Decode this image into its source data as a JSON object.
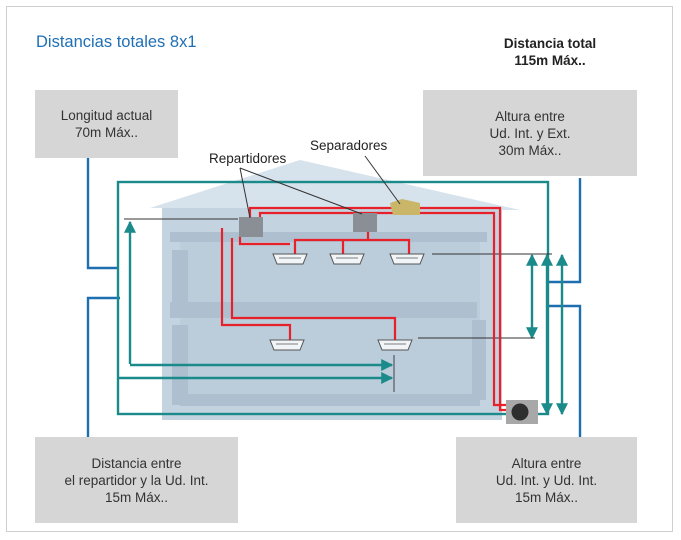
{
  "title": "Distancias totales 8x1",
  "total_distance": {
    "line1": "Distancia total",
    "line2": "115m  Máx.."
  },
  "boxes": {
    "actual_length": {
      "line1": "Longitud actual",
      "line2": "70m  Máx.."
    },
    "height_int_ext": {
      "line1": "Altura entre",
      "line2": "Ud. Int. y Ext.",
      "line3": "30m  Máx.."
    },
    "distance_branch_int": {
      "line1": "Distancia entre",
      "line2": "el repartidor y la Ud. Int.",
      "line3": "15m  Máx.."
    },
    "height_int_int": {
      "line1": "Altura entre",
      "line2": "Ud. Int. y Ud. Int.",
      "line3": "15m  Máx.."
    }
  },
  "labels": {
    "repartidores": "Repartidores",
    "separadores": "Separadores"
  },
  "colors": {
    "title_blue": "#1f6fb4",
    "blue_line": "#1d6fb0",
    "teal_line": "#1b8a8a",
    "red_pipe": "#e8202a",
    "building_fill": "#c4d3e0",
    "building_frame": "#aebfd0",
    "label_box": "#d6d6d6",
    "separator": "#c9b668"
  }
}
